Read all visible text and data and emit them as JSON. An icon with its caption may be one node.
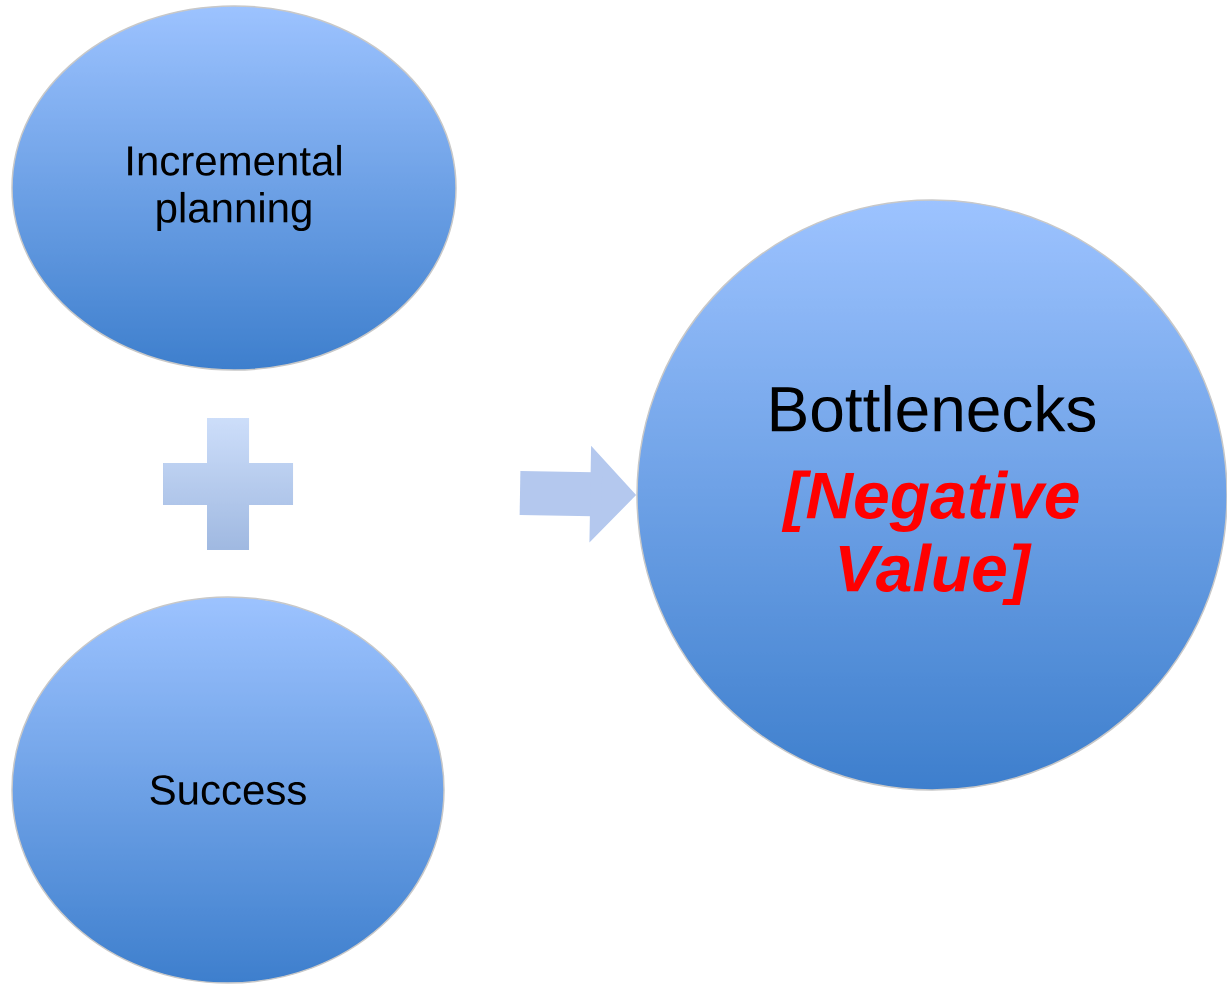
{
  "diagram": {
    "nodes": [
      {
        "text": [
          "Incremental planning"
        ]
      },
      {
        "text": [
          "Success"
        ]
      },
      {
        "text": [
          "Bottlenecks",
          "[Negative Value]"
        ]
      }
    ],
    "edges": [
      {
        "from": null,
        "to": 2,
        "arrow": "to"
      }
    ]
  }
}
